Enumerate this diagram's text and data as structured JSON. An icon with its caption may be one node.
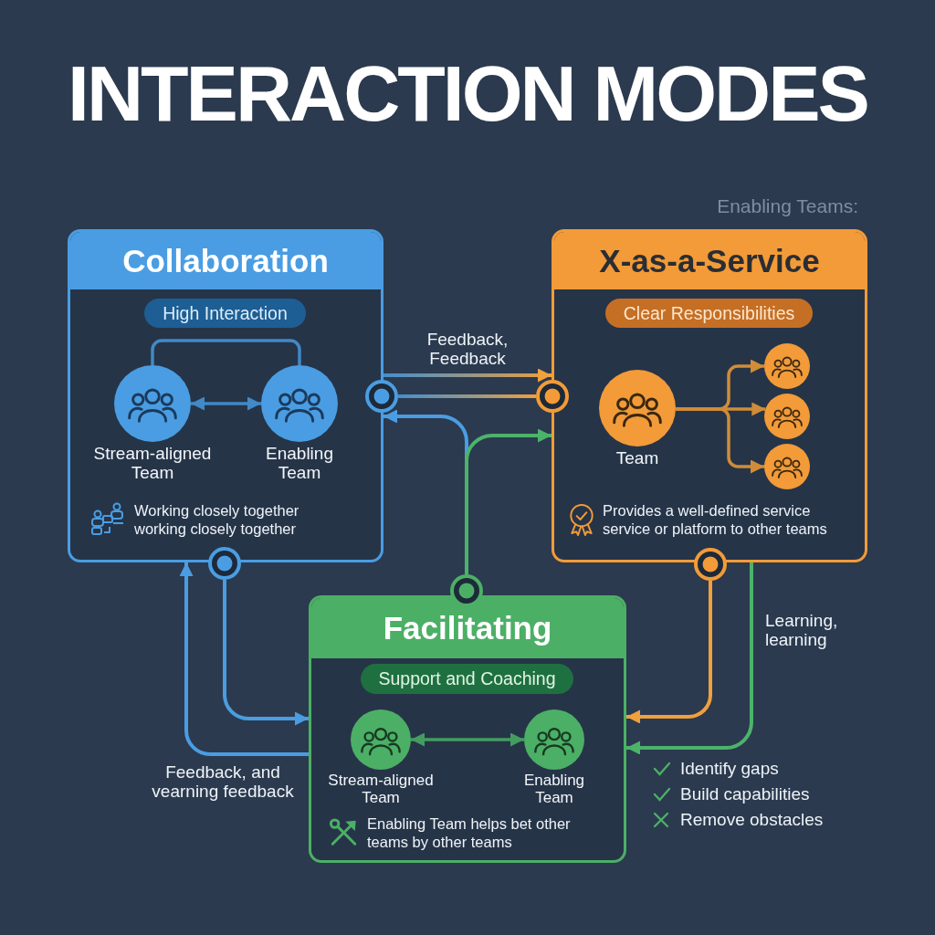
{
  "diagram": {
    "title": "INTERACTION MODES",
    "nodes": [
      {
        "text": [
          "Collaboration",
          "Working closely together working closely together"
        ]
      },
      {
        "text": [
          "High Interaction"
        ],
        "in": 0
      },
      {
        "text": [
          "Stream-aligned Team"
        ],
        "in": 0
      },
      {
        "text": [
          "Enabling Team"
        ],
        "in": 0
      },
      {
        "text": [
          "X-as-a-Service",
          "Provides a well-defined service service or platform to other teams"
        ]
      },
      {
        "text": [
          "Clear Responsibilities"
        ],
        "in": 4
      },
      {
        "text": [
          "Team"
        ],
        "in": 4
      },
      {
        "text": [],
        "shape": "circle",
        "in": 4
      },
      {
        "text": [],
        "shape": "circle",
        "in": 4
      },
      {
        "text": [],
        "shape": "circle",
        "in": 4
      },
      {
        "text": [
          "Facilitating",
          "Enabling Team helps bet other teams by other teams"
        ]
      },
      {
        "text": [
          "Support and Coaching"
        ],
        "in": 10
      },
      {
        "text": [
          "Stream-aligned Team"
        ],
        "in": 10
      },
      {
        "text": [
          "Enabling Team"
        ],
        "in": 10
      },
      {
        "text": [],
        "shape": "circle"
      },
      {
        "text": [],
        "shape": "circle"
      },
      {
        "text": [],
        "shape": "circle"
      },
      {
        "text": [],
        "shape": "circle"
      },
      {
        "text": [],
        "shape": "circle"
      }
    ],
    "edges": [
      {
        "from": 0,
        "to": 4,
        "arrow": "to",
        "label": "Feedback, Feedback",
        "color": "#f0a03c"
      },
      {
        "from": 14,
        "to": 15,
        "arrow": "none",
        "color": "#f0a03c"
      },
      {
        "from": 17,
        "to": 0,
        "arrow": "to"
      },
      {
        "from": 17,
        "to": 4,
        "arrow": "to",
        "color": "#4cb36a"
      },
      {
        "from": 16,
        "to": 10,
        "arrow": "to"
      },
      {
        "from": 10,
        "to": 0,
        "arrow": "to",
        "label": "Feedback, and vearning feedback"
      },
      {
        "from": 18,
        "to": 10,
        "arrow": "to",
        "color": "#f0a03c"
      },
      {
        "from": 4,
        "to": 10,
        "arrow": "to",
        "label": "Learning, learning",
        "color": "#4cb36a"
      },
      {
        "from": 2,
        "to": 3,
        "arrow": "both"
      },
      {
        "from": 2,
        "to": 3,
        "arrow": "none"
      },
      {
        "from": 6,
        "to": 7,
        "arrow": "to",
        "color": "#f0a03c"
      },
      {
        "from": 6,
        "to": 8,
        "arrow": "to",
        "color": "#f0a03c"
      },
      {
        "from": 6,
        "to": 9,
        "arrow": "to",
        "color": "#f0a03c"
      },
      {
        "from": 12,
        "to": 13,
        "arrow": "both",
        "color": "#4cb36a"
      }
    ],
    "labels": [
      "Enabling Teams:",
      "Identify gaps",
      "Build capabilities",
      "Remove obstacles"
    ]
  }
}
